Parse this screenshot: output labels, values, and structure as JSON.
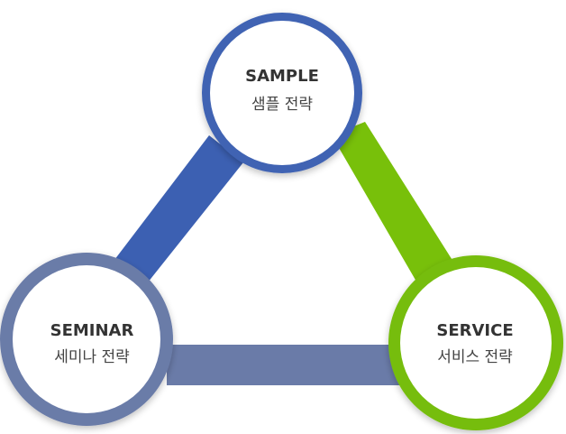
{
  "colors": {
    "sample": "#3f63b3",
    "service": "#76bd0f",
    "seminar": "#6a7ba8",
    "bar_sample_seminar": "#3c60b2",
    "bar_sample_service": "#78c00a",
    "bar_seminar_service": "#6a7ba8",
    "circle_fill": "#ffffff",
    "title_text": "#333333",
    "subtitle_text": "#444444"
  },
  "nodes": {
    "sample": {
      "title": "SAMPLE",
      "subtitle": "샘플 전략"
    },
    "seminar": {
      "title": "SEMINAR",
      "subtitle": "세미나 전략"
    },
    "service": {
      "title": "SERVICE",
      "subtitle": "서비스 전략"
    }
  }
}
